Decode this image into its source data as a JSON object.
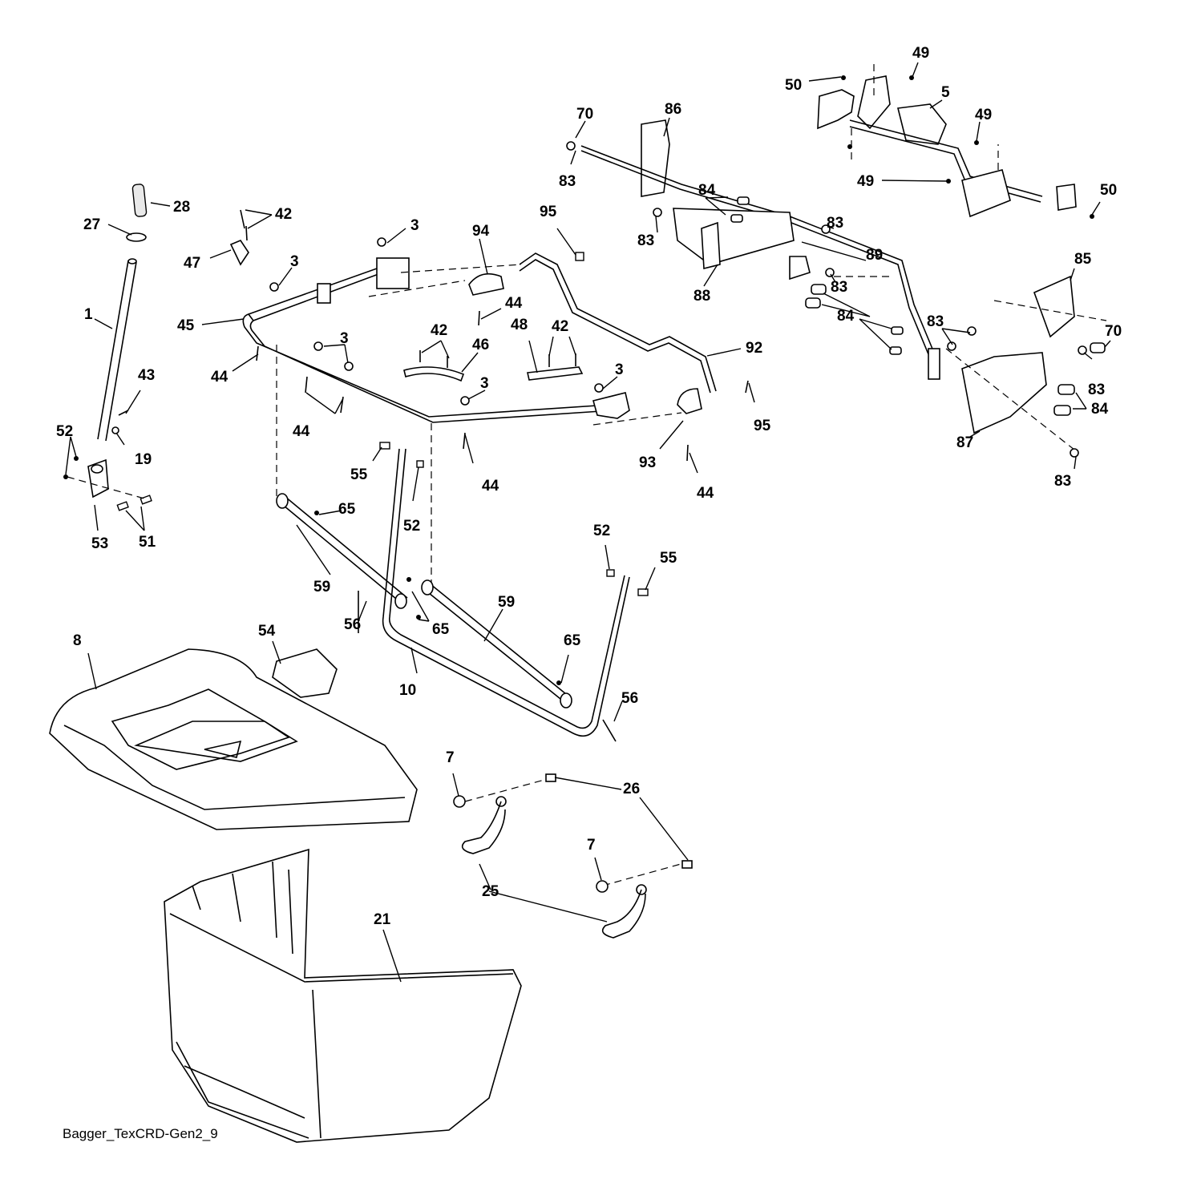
{
  "drawing_id": "Bagger_TexCRD-Gen2_9",
  "callouts": {
    "c1": "1",
    "c3a": "3",
    "c3b": "3",
    "c3c": "3",
    "c3d": "3",
    "c3e": "3",
    "c5": "5",
    "c7a": "7",
    "c7b": "7",
    "c8": "8",
    "c10": "10",
    "c19": "19",
    "c21": "21",
    "c25": "25",
    "c26": "26",
    "c27": "27",
    "c28": "28",
    "c42a": "42",
    "c42b": "42",
    "c42c": "42",
    "c43": "43",
    "c44a": "44",
    "c44b": "44",
    "c44c": "44",
    "c44d": "44",
    "c44e": "44",
    "c45": "45",
    "c46": "46",
    "c47": "47",
    "c48": "48",
    "c49a": "49",
    "c49b": "49",
    "c49c": "49",
    "c50a": "50",
    "c50b": "50",
    "c51": "51",
    "c52a": "52",
    "c52b": "52",
    "c52c": "52",
    "c53": "53",
    "c54": "54",
    "c55a": "55",
    "c55b": "55",
    "c56a": "56",
    "c56b": "56",
    "c59a": "59",
    "c59b": "59",
    "c65a": "65",
    "c65b": "65",
    "c65c": "65",
    "c70a": "70",
    "c70b": "70",
    "c83a": "83",
    "c83b": "83",
    "c83c": "83",
    "c83d": "83",
    "c83e": "83",
    "c83f": "83",
    "c83g": "83",
    "c84a": "84",
    "c84b": "84",
    "c84c": "84",
    "c85": "85",
    "c86": "86",
    "c87": "87",
    "c88": "88",
    "c89": "89",
    "c92": "92",
    "c93": "93",
    "c94": "94",
    "c95a": "95",
    "c95b": "95"
  }
}
